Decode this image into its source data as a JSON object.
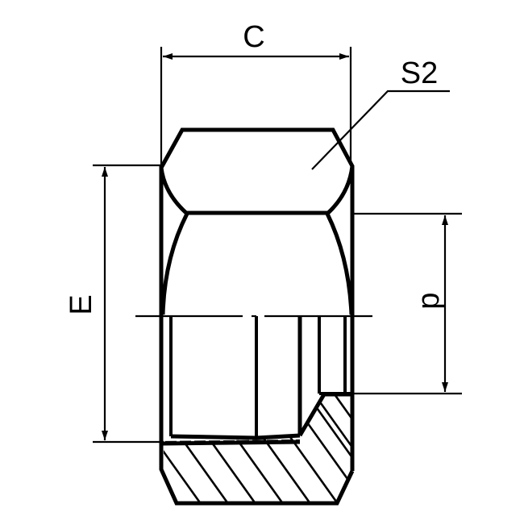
{
  "drawing": {
    "type": "technical-drawing",
    "subject": "hex nut (half section)",
    "line_color": "#000000",
    "background": "#ffffff"
  },
  "dimensions": {
    "C": {
      "label": "C",
      "orientation": "horizontal"
    },
    "S2": {
      "label": "S2",
      "orientation": "leader"
    },
    "E": {
      "label": "E",
      "orientation": "vertical"
    },
    "d": {
      "label": "d",
      "orientation": "vertical"
    }
  }
}
